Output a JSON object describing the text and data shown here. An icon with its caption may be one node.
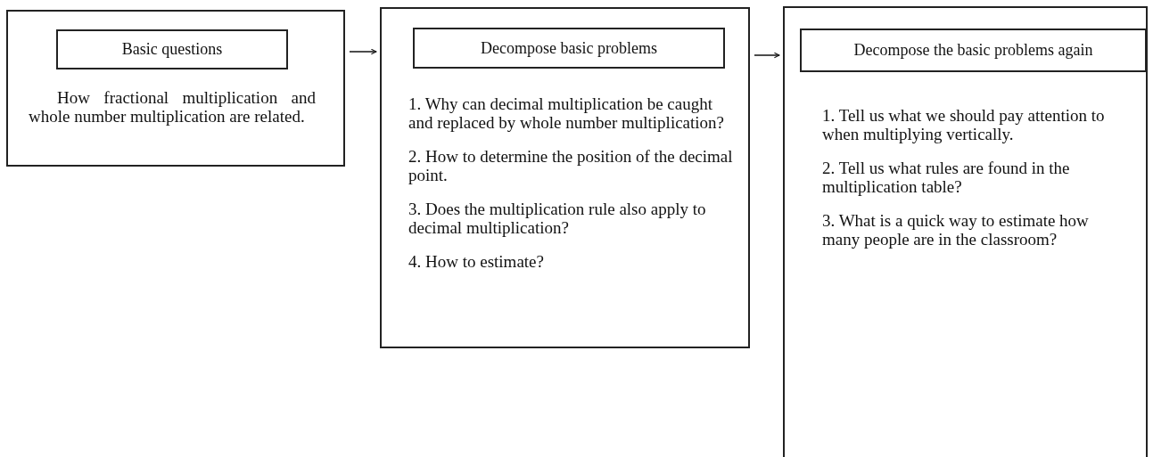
{
  "diagram": {
    "nodes": [
      {
        "text": [
          "How fractional multiplication and whole number multiplication are related."
        ]
      },
      {
        "text": [
          "Basic questions"
        ],
        "in": 0
      },
      {
        "text": [
          "1. Why can decimal multiplication be caught and replaced by whole number multiplication?",
          "2. How to determine the position of the decimal point.",
          "3. Does the multiplication rule also apply to decimal multiplication?",
          "4. How to estimate?"
        ]
      },
      {
        "text": [
          "Decompose basic problems"
        ],
        "in": 2
      },
      {
        "text": [
          "1. Tell us what we should pay attention to when multiplying vertically.",
          "2. Tell us what rules are found in the multiplication table?",
          "3. What is a quick way to estimate how many people are in the classroom?"
        ]
      },
      {
        "text": [
          "Decompose the basic problems again"
        ],
        "in": 4
      }
    ],
    "edges": [
      {
        "from": 0,
        "to": 2,
        "arrow": "to"
      },
      {
        "from": 2,
        "to": 4,
        "arrow": "to"
      }
    ]
  }
}
